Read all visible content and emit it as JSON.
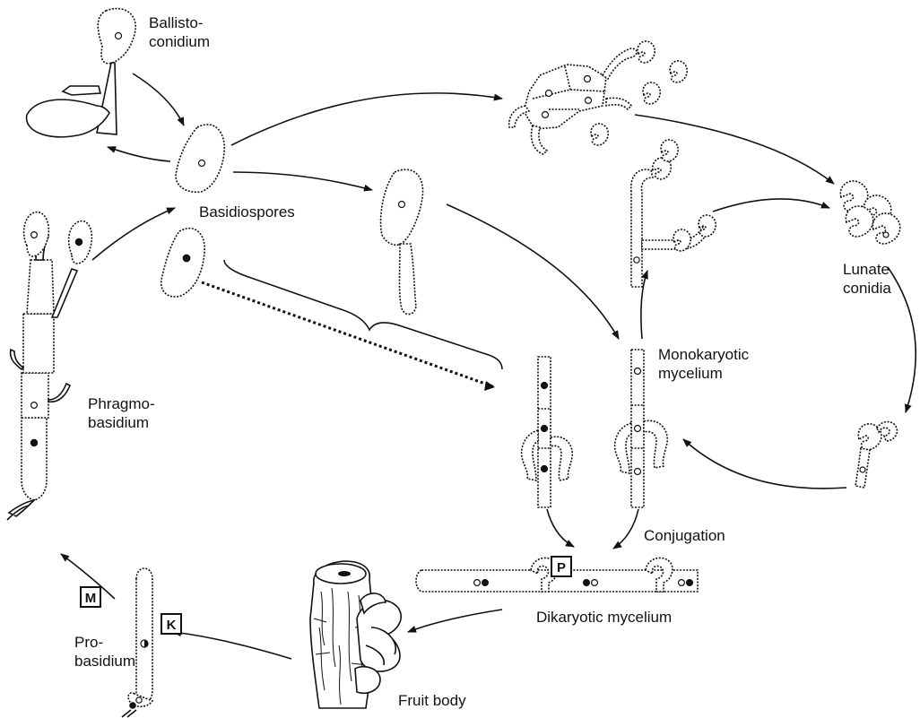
{
  "colors": {
    "ink": "#111111",
    "paper": "#ffffff"
  },
  "labels": {
    "ballistoconidium": [
      "Ballisto-",
      "conidium"
    ],
    "basidiospores": "Basidiospores",
    "lunate_conidia": [
      "Lunate",
      "conidia"
    ],
    "monokaryotic_mycelium": [
      "Monokaryotic",
      "mycelium"
    ],
    "phragmobasidium": [
      "Phragmo-",
      "basidium"
    ],
    "conjugation": "Conjugation",
    "dikaryotic_mycelium": "Dikaryotic mycelium",
    "probasidium": [
      "Pro-",
      "basidium"
    ],
    "fruit_body": "Fruit body"
  },
  "boxes": {
    "m": "M",
    "p": "P",
    "k": "K"
  }
}
